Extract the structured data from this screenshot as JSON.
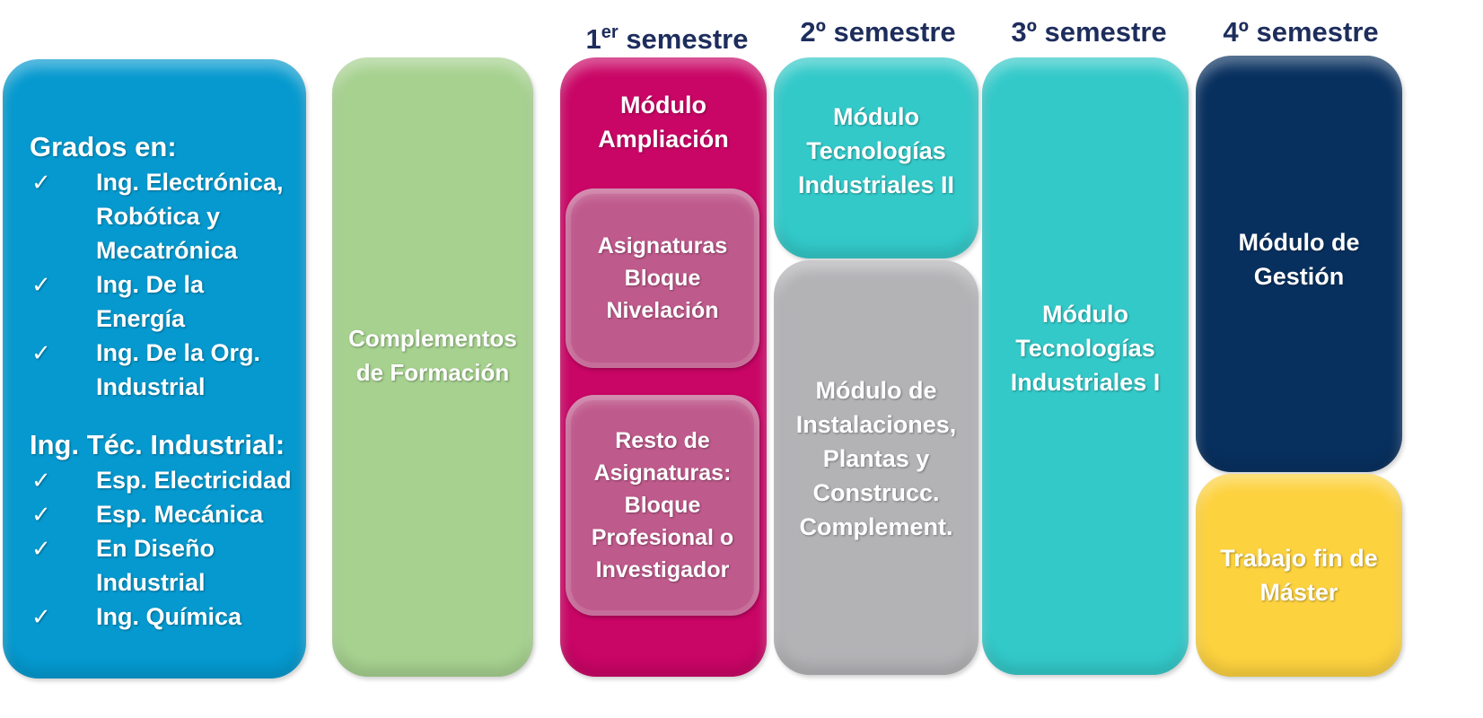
{
  "headers": {
    "sem1_number": "1",
    "sem1_sup": "er",
    "sem1_word": "semestre",
    "sem2": "2º semestre",
    "sem3": "3º semestre",
    "sem4": "4º semestre"
  },
  "grados": {
    "title": "Grados en:",
    "items": [
      [
        "Ing. Electrónica,",
        "Robótica y",
        "Mecatrónica"
      ],
      [
        "Ing. De la Energía"
      ],
      [
        "Ing. De la Org.",
        "Industrial"
      ]
    ]
  },
  "tecnica": {
    "title": "Ing. Téc. Industrial:",
    "items": [
      [
        "Esp. Electricidad"
      ],
      [
        "Esp.  Mecánica"
      ],
      [
        "En Diseño",
        "Industrial"
      ],
      [
        "Ing. Química"
      ]
    ]
  },
  "check_glyph": "✓",
  "complementos": [
    "Complementos",
    "de Formación"
  ],
  "ampliacion": [
    "Módulo",
    "Ampliación"
  ],
  "nivelacion": [
    "Asignaturas",
    "Bloque",
    "Nivelación"
  ],
  "resto": [
    "Resto de",
    "Asignaturas:",
    "Bloque",
    "Profesional o",
    "Investigador"
  ],
  "tec2": [
    "Módulo",
    "Tecnologías",
    "Industriales II"
  ],
  "instalaciones": [
    "Módulo de",
    "Instalaciones,",
    "Plantas y",
    "Construcc.",
    "Complement."
  ],
  "tec1": [
    "Módulo",
    "Tecnologías",
    "Industriales I"
  ],
  "gestion": [
    "Módulo de",
    "Gestión"
  ],
  "tfm": [
    "Trabajo fin de",
    "Máster"
  ],
  "colors": {
    "blue": "#0599cf",
    "green": "#a6d18f",
    "magenta": "#c90565",
    "magenta_inner": "#bf5a8c",
    "teal": "#33c9c9",
    "gray": "#b3b3b6",
    "navy": "#08305f",
    "yellow": "#fdd23f",
    "header_text": "#1d2d5c"
  }
}
